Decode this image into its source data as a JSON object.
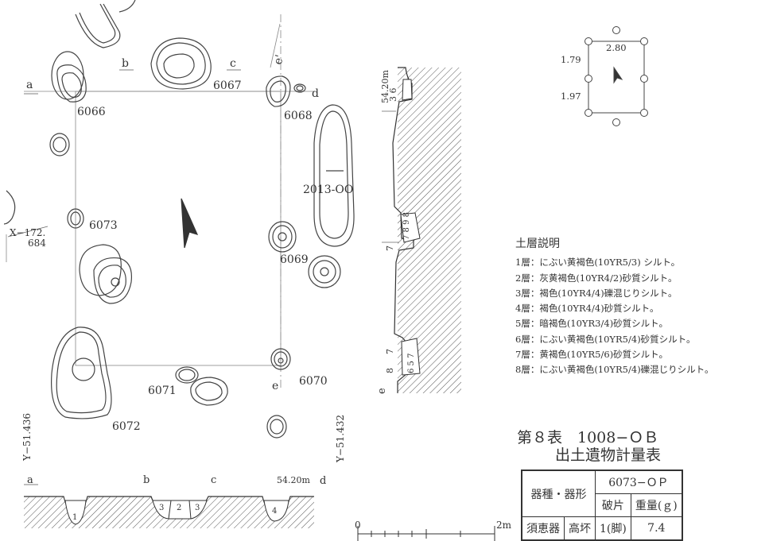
{
  "plan": {
    "labels": {
      "a": "a",
      "b": "b",
      "c": "c",
      "d": "d",
      "e": "e",
      "e_prime": "e'",
      "pit_6066": "6066",
      "pit_6067": "6067",
      "pit_6068": "6068",
      "pit_6069": "6069",
      "pit_6070": "6070",
      "pit_6071": "6071",
      "pit_6072": "6072",
      "pit_6073": "6073",
      "pit_2013": "2013-OO",
      "x_coord_1": "X−172.",
      "x_coord_2": "684",
      "y_coord_left": "Y−51.436",
      "y_coord_right": "Y−51.432"
    }
  },
  "mini_plan": {
    "dim_top": "2.80",
    "dim_left_upper": "1.79",
    "dim_left_lower": "1.97"
  },
  "section_ad": {
    "labels": {
      "a": "a",
      "b": "b",
      "c": "c",
      "d": "d",
      "elev": "54.20m",
      "l1": "1",
      "l2": "2",
      "l3a": "3",
      "l3b": "3",
      "l4": "4"
    }
  },
  "section_e": {
    "labels": {
      "elev": "54.20m",
      "l36": "3 6",
      "l7a": "7",
      "l978": "7 8 9 8",
      "l7b": "7",
      "l7c": "7",
      "l8": "8",
      "l65": "6 5 7",
      "e": "e"
    }
  },
  "scale": {
    "zero": "0",
    "end": "2m"
  },
  "soil": {
    "title": "土層説明",
    "layers": [
      "1層：にぶい黄褐色(10YR5/3) シルト。",
      "2層：灰黄褐色(10YR4/2)砂質シルト。",
      "3層：褐色(10YR4/4)礫混じりシルト。",
      "4層：褐色(10YR4/4)砂質シルト。",
      "5層：暗褐色(10YR3/4)砂質シルト。",
      "6層：にぶい黄褐色(10YR5/4)砂質シルト。",
      "7層：黄褐色(10YR5/6)砂質シルト。",
      "8層：にぶい黄褐色(10YR5/4)礫混じりシルト。"
    ]
  },
  "table": {
    "title_line1": "第８表　1008−ＯＢ",
    "title_line2": "出土遺物計量表",
    "header_kind": "器種・器形",
    "header_pit": "6073−ＯＰ",
    "header_frag": "破片",
    "header_weight": "重量(ｇ)",
    "rows": [
      {
        "ware": "須恵器",
        "form": "高坏",
        "frag": "1(脚)",
        "weight": "7.4"
      }
    ]
  }
}
